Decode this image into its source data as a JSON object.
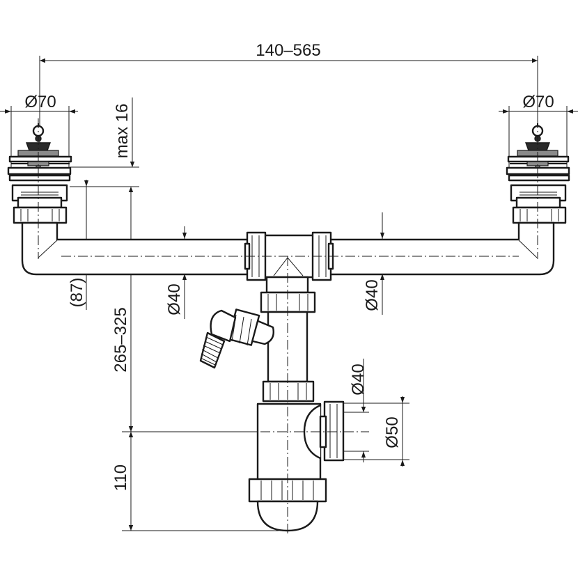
{
  "dimensions": {
    "overall_width": "140–565",
    "strainer_left_diameter": "Ø70",
    "strainer_right_diameter": "Ø70",
    "max_flange": "max 16",
    "pipe_offset": "(87)",
    "pipe_left_diameter": "Ø40",
    "pipe_right_diameter": "Ø40",
    "height_range": "265–325",
    "outlet_inner_diameter": "Ø40",
    "outlet_outer_diameter": "Ø50",
    "trap_height": "110"
  }
}
